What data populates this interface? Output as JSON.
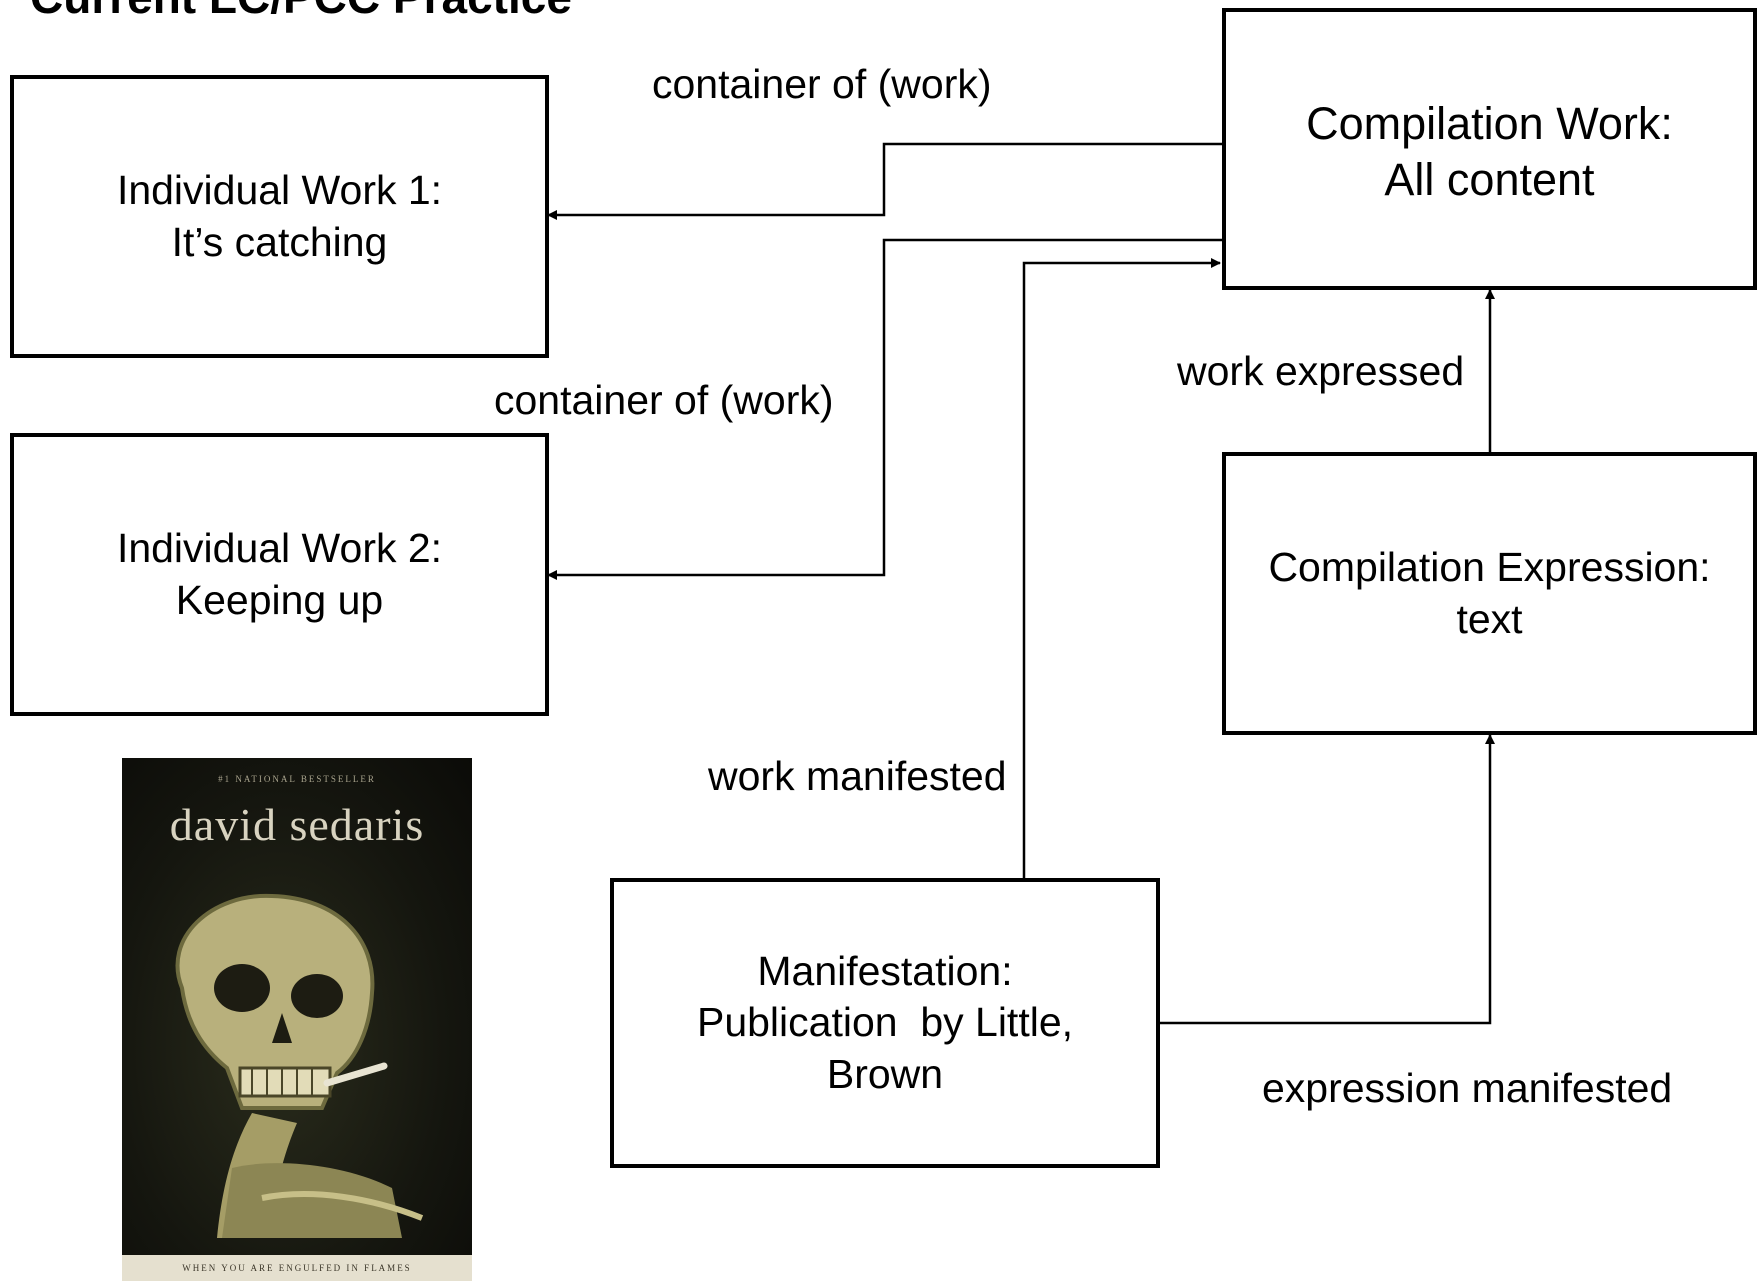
{
  "slide": {
    "title": "Current LC/PCC Practice"
  },
  "boxes": {
    "individual_work_1": [
      "Individual Work 1:",
      "It’s catching"
    ],
    "individual_work_2": [
      "Individual Work 2:",
      "Keeping up"
    ],
    "compilation_work": [
      "Compilation Work:",
      "All content"
    ],
    "compilation_expression": [
      "Compilation Expression:",
      "text"
    ],
    "manifestation": [
      "Manifestation:",
      "Publication  by Little,",
      "Brown"
    ]
  },
  "relationships": {
    "container_of_1": "container of (work)",
    "container_of_2": "container of (work)",
    "work_expressed": "work expressed",
    "work_manifested": "work manifested",
    "expression_manifested": "expression manifested"
  },
  "book_cover": {
    "top_line": "#1 NATIONAL BESTSELLER",
    "author": "david sedaris",
    "subtitle": "WHEN YOU ARE ENGULFED IN FLAMES"
  },
  "colors": {
    "line": "#000000",
    "box_border": "#000000",
    "background": "#ffffff"
  }
}
